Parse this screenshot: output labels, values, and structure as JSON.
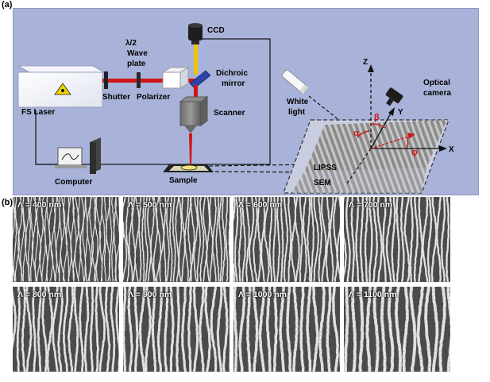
{
  "panel_a": {
    "label": "(a)",
    "components": {
      "fs_laser": "FS Laser",
      "half_wave_line1": "λ/2",
      "half_wave_line2": "Wave",
      "half_wave_line3": "plate",
      "shutter": "Shutter",
      "polarizer": "Polarizer",
      "ccd": "CCD",
      "dichroic_line1": "Dichroic",
      "dichroic_line2": "mirror",
      "scanner": "Scanner",
      "computer": "Computer",
      "sample": "Sample",
      "white_light_line1": "White",
      "white_light_line2": "light",
      "optical_camera_line1": "Optical",
      "optical_camera_line2": "camera",
      "lipss": "LIPSS",
      "sem": "SEM"
    },
    "axes": {
      "z": "Z",
      "y": "Y",
      "x": "X"
    },
    "angles": {
      "alpha": "α",
      "beta": "β",
      "phi": "φ"
    }
  },
  "panel_b": {
    "label": "(b)",
    "tiles": [
      {
        "label": "Λ = 400 nm",
        "period_nm": 400
      },
      {
        "label": "Λ = 500 nm",
        "period_nm": 500
      },
      {
        "label": "Λ = 600 nm",
        "period_nm": 600
      },
      {
        "label": "Λ = 700 nm",
        "period_nm": 700
      },
      {
        "label": "Λ = 800 nm",
        "period_nm": 800
      },
      {
        "label": "Λ = 900 nm",
        "period_nm": 900
      },
      {
        "label": "Λ = 1000 nm",
        "period_nm": 1000
      },
      {
        "label": "Λ = 1100 nm",
        "period_nm": 1100
      }
    ]
  }
}
